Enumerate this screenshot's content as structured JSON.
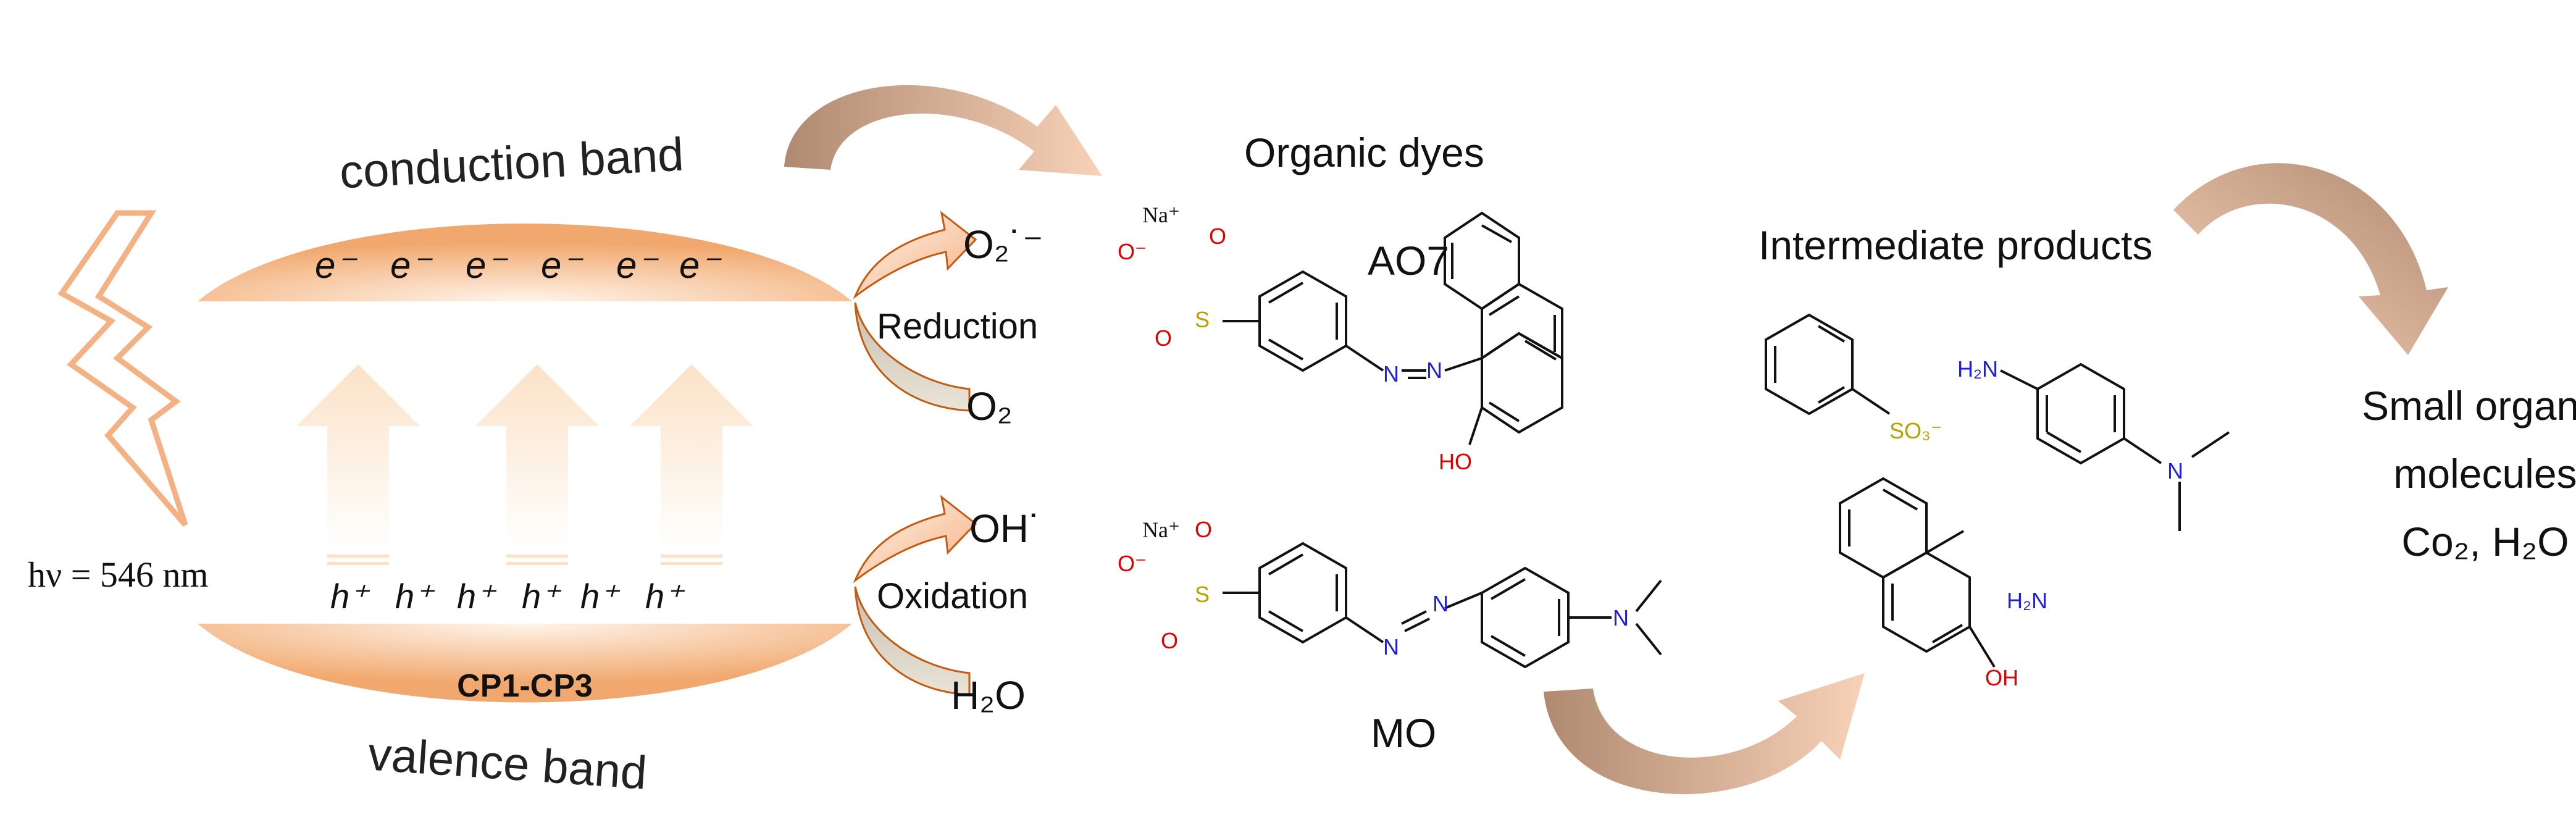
{
  "band": {
    "conduction_label": "conduction band",
    "valence_label": "valence band",
    "material": "CP1-CP3",
    "electrons": [
      "e⁻",
      "e⁻",
      "e⁻",
      "e⁻",
      "e⁻",
      "e⁻"
    ],
    "holes": [
      "h⁺",
      "h⁺",
      "h⁺",
      "h⁺",
      "h⁺",
      "h⁺"
    ]
  },
  "light": {
    "label": "hν = 546 nm"
  },
  "reactions": {
    "reduction_product": "O₂˙⁻",
    "reduction_label": "Reduction",
    "reduction_reactant": "O₂",
    "oxidation_product": "OH˙",
    "oxidation_label": "Oxidation",
    "oxidation_reactant": "H₂O"
  },
  "dyes": {
    "heading": "Organic dyes",
    "ao7_name": "AO7",
    "mo_name": "MO",
    "na_label": "Na⁺",
    "o_minus": "O⁻",
    "s_label": "S",
    "o_label": "O",
    "n_label": "N",
    "ho_label": "HO"
  },
  "intermediates": {
    "heading": "Intermediate products",
    "so3_label": "SO₃⁻",
    "h2n_label": "H₂N",
    "n_label": "N",
    "oh_label": "OH"
  },
  "final": {
    "line1": "Small organic",
    "line2": "molecules",
    "line3": "Co₂, H₂O"
  },
  "colors": {
    "band_fill": "#f4b183",
    "arrow_fill": "#fbe3cc",
    "curved_arrow": "#d2a98a",
    "bolt": "#f4b183",
    "blue_atom": "#1f1fe0",
    "red_atom": "#e00000",
    "yellow_atom": "#b8a000",
    "small_arrow_stroke": "#c55a11"
  }
}
